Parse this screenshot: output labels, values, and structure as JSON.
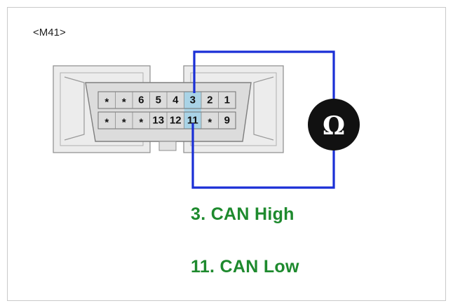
{
  "connector_label": "<M41>",
  "pins_top": [
    "*",
    "*",
    "6",
    "5",
    "4",
    "3",
    "2",
    "1"
  ],
  "pins_bottom": [
    "*",
    "*",
    "*",
    "13",
    "12",
    "11",
    "*",
    "9"
  ],
  "meter_symbol": "Ω",
  "meter_icon": "ohmmeter-icon",
  "legend": [
    {
      "text": "3. CAN High"
    },
    {
      "text": "11. CAN Low"
    }
  ],
  "colors": {
    "wire": "#1a2fd6",
    "legend": "#1e8a2e",
    "highlight": "#a9d3e6",
    "meter": "#111111"
  }
}
